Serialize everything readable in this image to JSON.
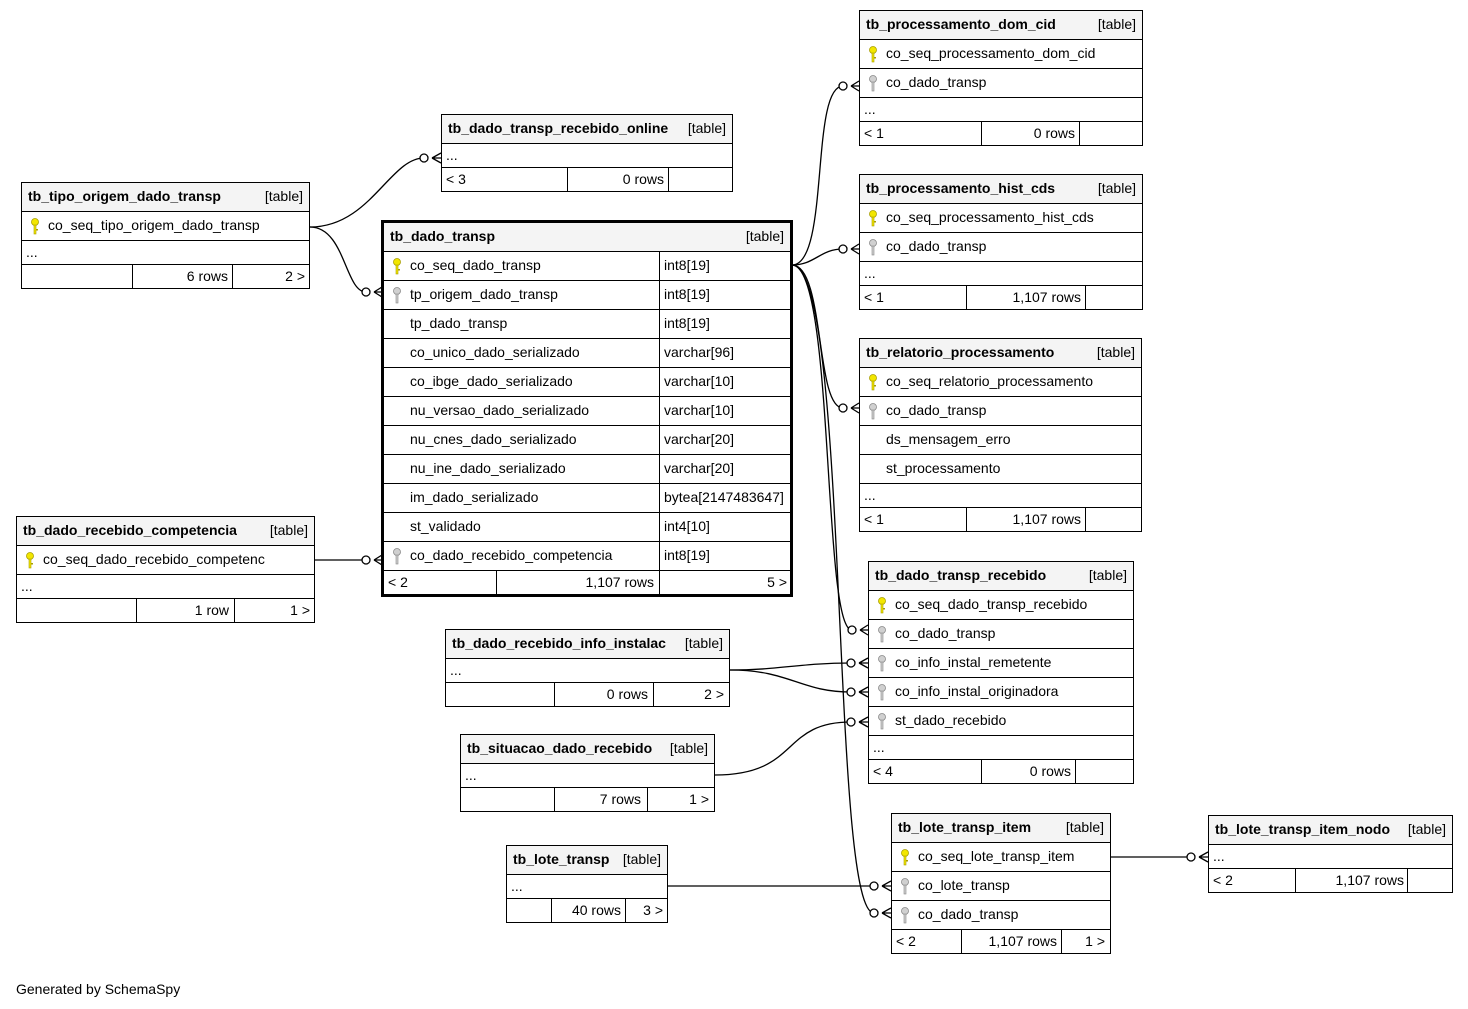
{
  "footer": "Generated by SchemaSpy",
  "key_colors": {
    "primary": "#f2e600",
    "foreign": "#b8b8b8"
  },
  "tables": {
    "processamento_dom_cid": {
      "name": "tb_processamento_dom_cid",
      "type": "[table]",
      "columns": [
        "co_seq_processamento_dom_cid",
        "co_dado_transp"
      ],
      "ellipsis": "...",
      "parents": "< 1",
      "rows": "0 rows",
      "children": ""
    },
    "processamento_hist_cds": {
      "name": "tb_processamento_hist_cds",
      "type": "[table]",
      "columns": [
        "co_seq_processamento_hist_cds",
        "co_dado_transp"
      ],
      "ellipsis": "...",
      "parents": "< 1",
      "rows": "1,107 rows",
      "children": ""
    },
    "relatorio_processamento": {
      "name": "tb_relatorio_processamento",
      "type": "[table]",
      "columns": [
        "co_seq_relatorio_processamento",
        "co_dado_transp",
        "ds_mensagem_erro",
        "st_processamento"
      ],
      "ellipsis": "...",
      "parents": "< 1",
      "rows": "1,107 rows",
      "children": ""
    },
    "dado_transp_recebido": {
      "name": "tb_dado_transp_recebido",
      "type": "[table]",
      "columns": [
        "co_seq_dado_transp_recebido",
        "co_dado_transp",
        "co_info_instal_remetente",
        "co_info_instal_originadora",
        "st_dado_recebido"
      ],
      "ellipsis": "...",
      "parents": "< 4",
      "rows": "0 rows",
      "children": ""
    },
    "lote_transp_item": {
      "name": "tb_lote_transp_item",
      "type": "[table]",
      "columns": [
        "co_seq_lote_transp_item",
        "co_lote_transp",
        "co_dado_transp"
      ],
      "parents": "< 2",
      "rows": "1,107 rows",
      "children": "1 >"
    },
    "lote_transp_item_nodo": {
      "name": "tb_lote_transp_item_nodo",
      "type": "[table]",
      "ellipsis": "...",
      "parents": "< 2",
      "rows": "1,107 rows",
      "children": ""
    },
    "dado_transp_recebido_online": {
      "name": "tb_dado_transp_recebido_online",
      "type": "[table]",
      "ellipsis": "...",
      "parents": "< 3",
      "rows": "0 rows",
      "children": ""
    },
    "tipo_origem_dado_transp": {
      "name": "tb_tipo_origem_dado_transp",
      "type": "[table]",
      "columns": [
        "co_seq_tipo_origem_dado_transp"
      ],
      "ellipsis": "...",
      "parents": "",
      "rows": "6 rows",
      "children": "2 >"
    },
    "dado_transp": {
      "name": "tb_dado_transp",
      "type": "[table]",
      "columns": [
        {
          "name": "co_seq_dado_transp",
          "type": "int8[19]"
        },
        {
          "name": "tp_origem_dado_transp",
          "type": "int8[19]"
        },
        {
          "name": "tp_dado_transp",
          "type": "int8[19]"
        },
        {
          "name": "co_unico_dado_serializado",
          "type": "varchar[96]"
        },
        {
          "name": "co_ibge_dado_serializado",
          "type": "varchar[10]"
        },
        {
          "name": "nu_versao_dado_serializado",
          "type": "varchar[10]"
        },
        {
          "name": "nu_cnes_dado_serializado",
          "type": "varchar[20]"
        },
        {
          "name": "nu_ine_dado_serializado",
          "type": "varchar[20]"
        },
        {
          "name": "im_dado_serializado",
          "type": "bytea[2147483647]"
        },
        {
          "name": "st_validado",
          "type": "int4[10]"
        },
        {
          "name": "co_dado_recebido_competencia",
          "type": "int8[19]"
        }
      ],
      "parents": "< 2",
      "rows": "1,107 rows",
      "children": "5 >"
    },
    "dado_recebido_competencia": {
      "name": "tb_dado_recebido_competencia",
      "type": "[table]",
      "columns": [
        "co_seq_dado_recebido_competenc"
      ],
      "ellipsis": "...",
      "parents": "",
      "rows": "1 row",
      "children": "1 >"
    },
    "dado_recebido_info_instalac": {
      "name": "tb_dado_recebido_info_instalac",
      "type": "[table]",
      "ellipsis": "...",
      "parents": "",
      "rows": "0 rows",
      "children": "2 >"
    },
    "situacao_dado_recebido": {
      "name": "tb_situacao_dado_recebido",
      "type": "[table]",
      "ellipsis": "...",
      "parents": "",
      "rows": "7 rows",
      "children": "1 >"
    },
    "lote_transp": {
      "name": "tb_lote_transp",
      "type": "[table]",
      "ellipsis": "...",
      "parents": "",
      "rows": "40 rows",
      "children": "3 >"
    }
  }
}
